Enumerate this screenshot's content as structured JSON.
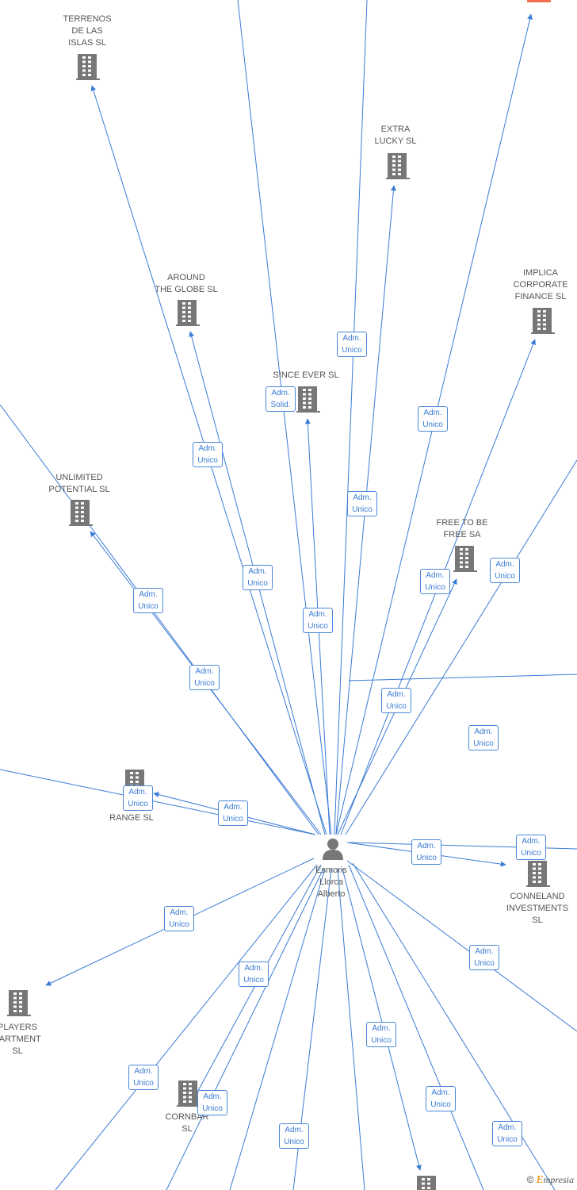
{
  "colors": {
    "edge": "#3a7bd5",
    "building": "#777777",
    "label": "#555555",
    "accent": "#f07050"
  },
  "center": {
    "name": "Esmoris\nLlorca\nAlberto",
    "icon": "person-icon"
  },
  "companies": [
    {
      "id": "terrenos",
      "name": "TERRENOS\nDE LAS\nISLAS SL"
    },
    {
      "id": "extra_lucky",
      "name": "EXTRA\nLUCKY SL"
    },
    {
      "id": "around",
      "name": "AROUND\nTHE GLOBE SL"
    },
    {
      "id": "implica",
      "name": "IMPLICA\nCORPORATE\nFINANCE SL"
    },
    {
      "id": "since_ever",
      "name": "SINCE EVER SL"
    },
    {
      "id": "unlimited",
      "name": "UNLIMITED\nPOTENTIAL SL"
    },
    {
      "id": "free",
      "name": "FREE TO BE\nFREE SA"
    },
    {
      "id": "range",
      "name": "EX\nRANGE SL"
    },
    {
      "id": "conneland",
      "name": "CONNELAND\nINVESTMENTS\nSL"
    },
    {
      "id": "players",
      "name": "PLAYERS\nPARTMENT\nSL"
    },
    {
      "id": "cornbar",
      "name": "CORNBAR\nSL"
    },
    {
      "id": "bottom",
      "name": ""
    }
  ],
  "relations": [
    {
      "id": "r1",
      "line1": "Adm.",
      "line2": "Unico"
    },
    {
      "id": "r2",
      "line1": "Adm.",
      "line2": "Solid."
    },
    {
      "id": "r3",
      "line1": "Adm.",
      "line2": "Unico"
    },
    {
      "id": "r4",
      "line1": "Adm.",
      "line2": "Unico"
    },
    {
      "id": "r5",
      "line1": "Adm.",
      "line2": "Unico"
    },
    {
      "id": "r6",
      "line1": "Adm.",
      "line2": "Unico"
    },
    {
      "id": "r7",
      "line1": "Adm.",
      "line2": "Unico"
    },
    {
      "id": "r8",
      "line1": "Adm.",
      "line2": "Unico"
    },
    {
      "id": "r9",
      "line1": "Adm.",
      "line2": "Unico"
    },
    {
      "id": "r10",
      "line1": "Adm.",
      "line2": "Unico"
    },
    {
      "id": "r11",
      "line1": "Adm.",
      "line2": "Unico"
    },
    {
      "id": "r12",
      "line1": "Adm.",
      "line2": "Unico"
    },
    {
      "id": "r13",
      "line1": "Adm.",
      "line2": "Unico"
    },
    {
      "id": "r14",
      "line1": "Adm.",
      "line2": "Unico"
    },
    {
      "id": "r15",
      "line1": "Adm.",
      "line2": "Unico"
    },
    {
      "id": "r16",
      "line1": "Adm.",
      "line2": "Unico"
    },
    {
      "id": "r17",
      "line1": "Adm.",
      "line2": "Unico"
    },
    {
      "id": "r18",
      "line1": "Adm.",
      "line2": "Unico"
    },
    {
      "id": "r19",
      "line1": "Adm.",
      "line2": "Unico"
    },
    {
      "id": "r20",
      "line1": "Adm.",
      "line2": "Unico"
    },
    {
      "id": "r21",
      "line1": "Adm.",
      "line2": "Unico"
    },
    {
      "id": "r22",
      "line1": "Adm.",
      "line2": "Unico"
    },
    {
      "id": "r23",
      "line1": "Adm.",
      "line2": "Unico"
    },
    {
      "id": "r24",
      "line1": "Adm.",
      "line2": "Unico"
    },
    {
      "id": "r25",
      "line1": "Adm.",
      "line2": "Unico"
    }
  ],
  "brand": {
    "copyright": "©",
    "first_letter": "E",
    "rest": "mpresia"
  }
}
